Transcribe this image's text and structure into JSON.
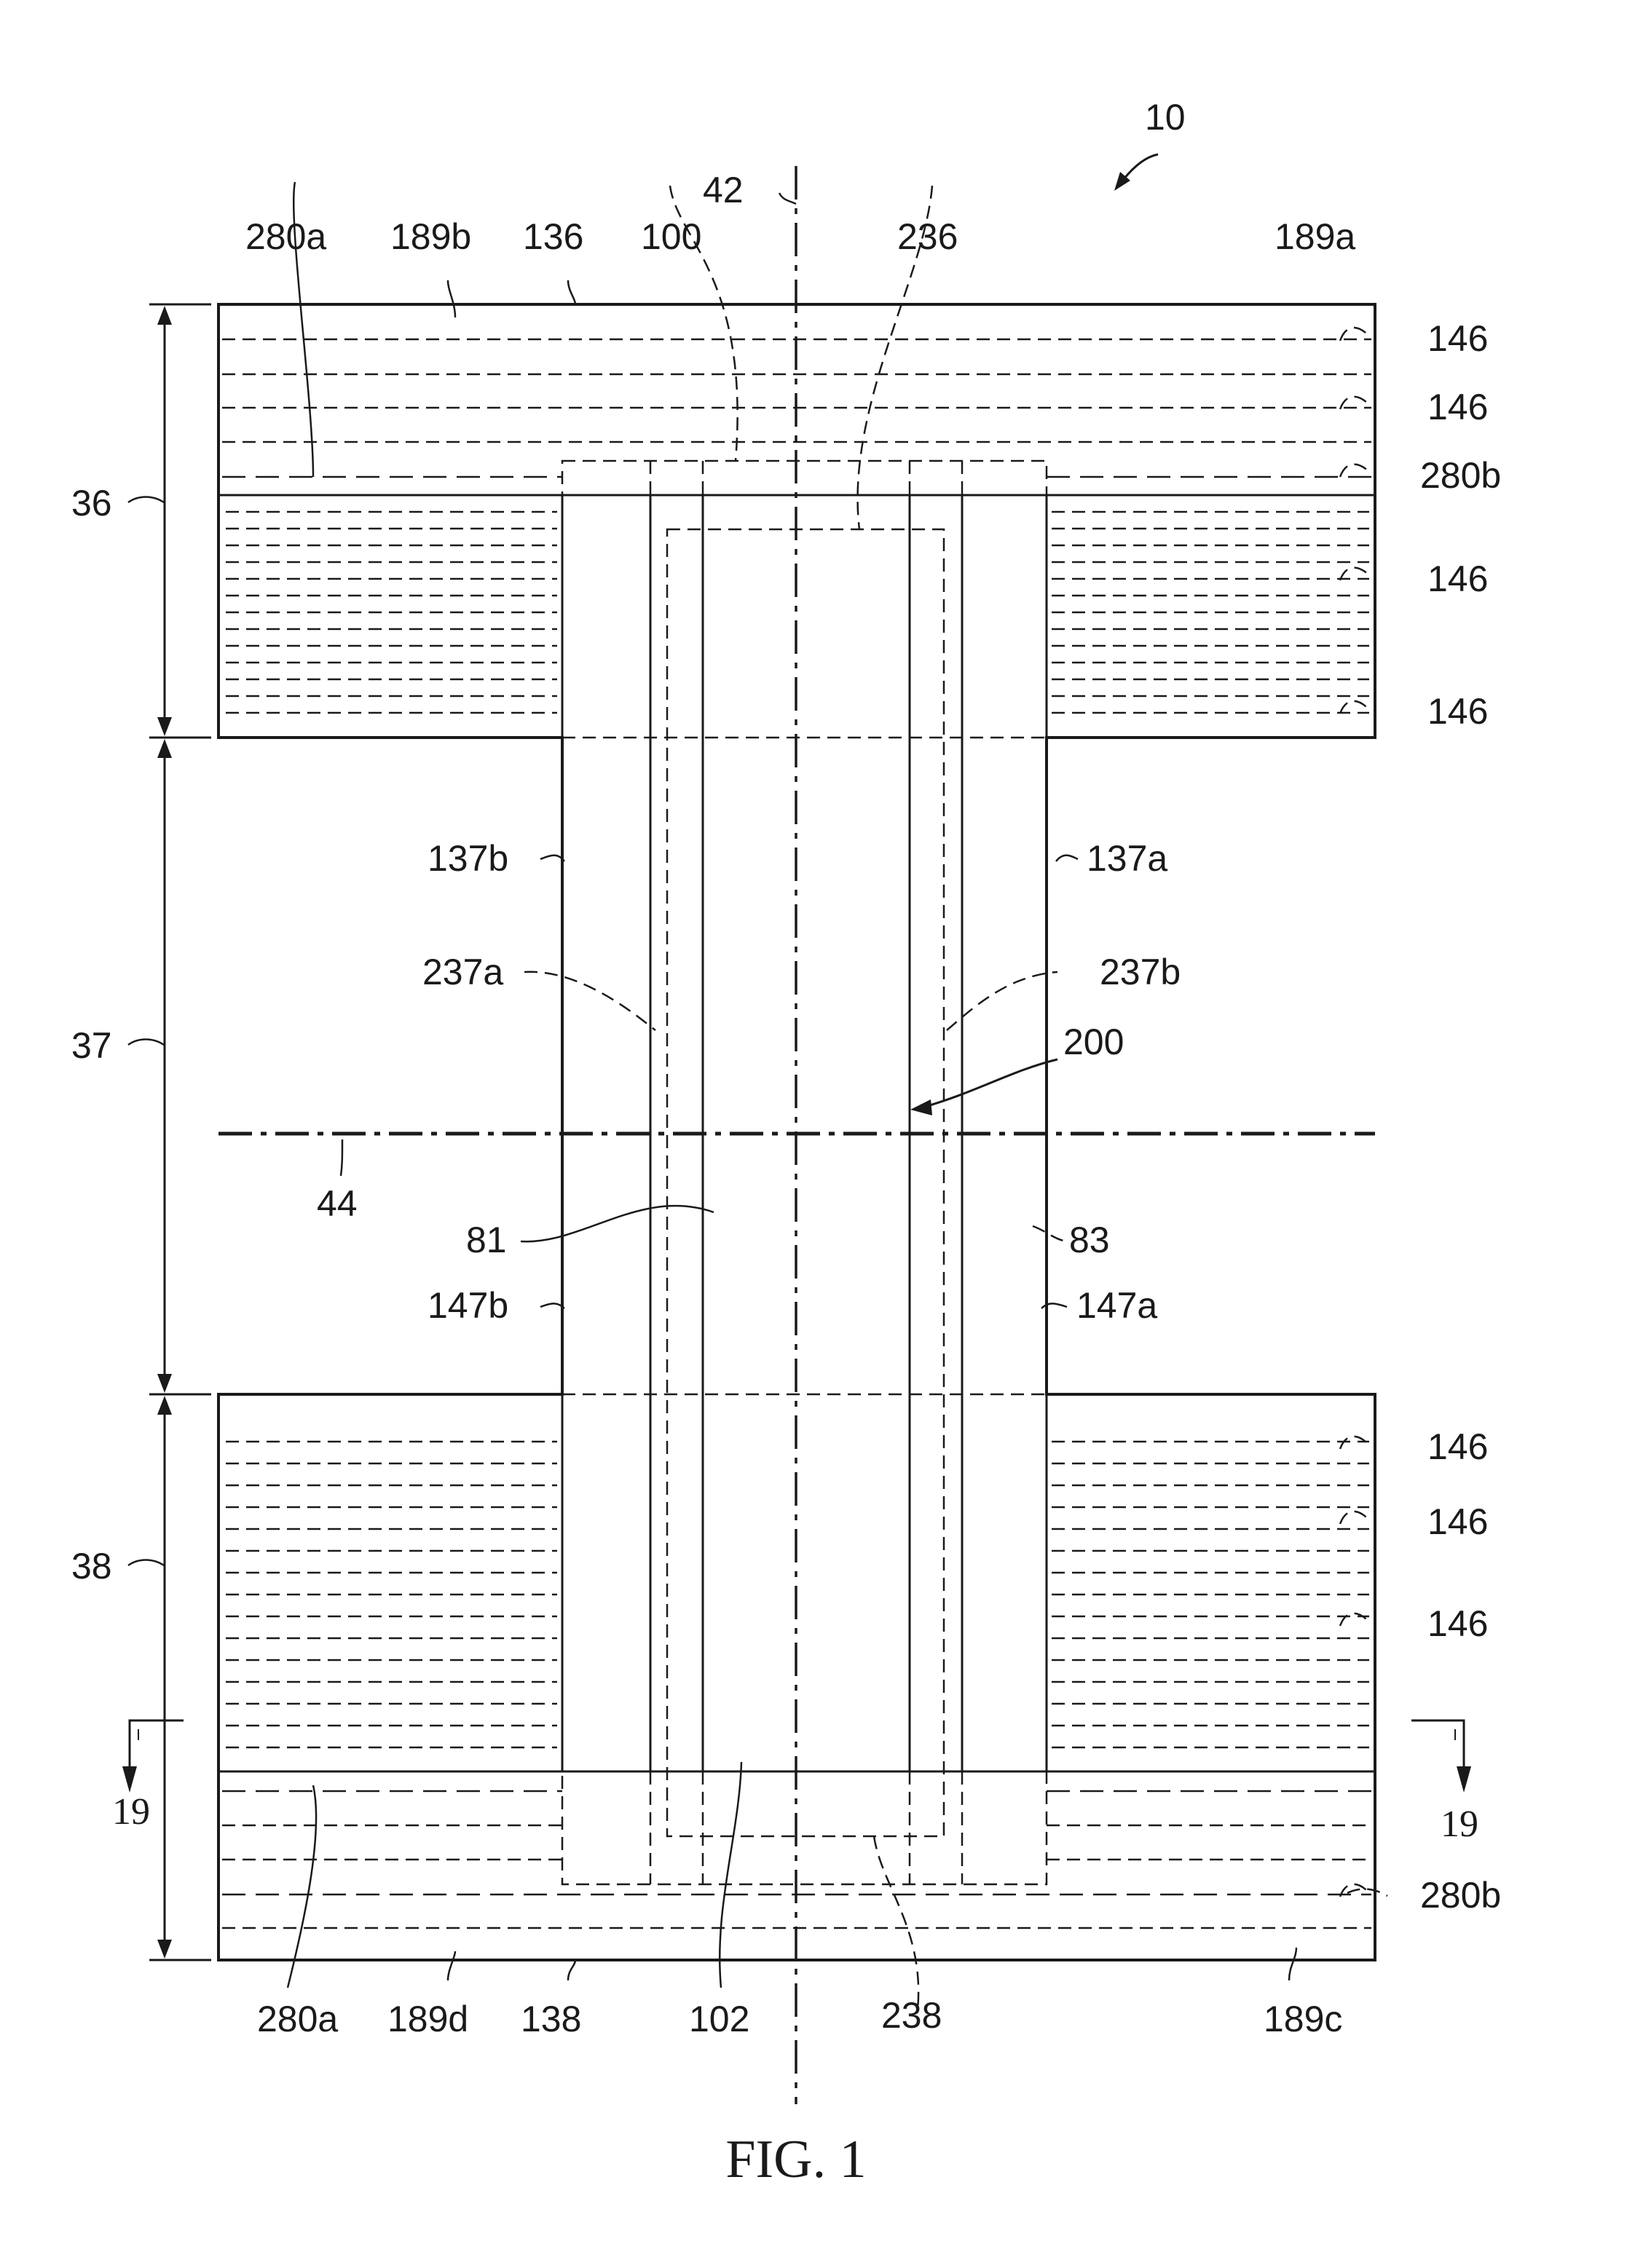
{
  "figure": {
    "caption": "FIG. 1",
    "labels": {
      "n10": "10",
      "n42": "42",
      "n280a_top": "280a",
      "n189b": "189b",
      "n136": "136",
      "n100": "100",
      "n236": "236",
      "n189a": "189a",
      "n146_1": "146",
      "n146_2": "146",
      "n280b_top": "280b",
      "n146_3": "146",
      "n146_4": "146",
      "n36": "36",
      "n37": "37",
      "n38": "38",
      "n137b": "137b",
      "n137a": "137a",
      "n237a": "237a",
      "n237b": "237b",
      "n200": "200",
      "n44": "44",
      "n81": "81",
      "n83": "83",
      "n147b": "147b",
      "n147a": "147a",
      "n146_5": "146",
      "n146_6": "146",
      "n146_7": "146",
      "n19_left": "19",
      "n19_right": "19",
      "n280b_bottom": "280b",
      "n280a_bottom": "280a",
      "n189d": "189d",
      "n138": "138",
      "n102": "102",
      "n238": "238",
      "n189c": "189c"
    }
  }
}
